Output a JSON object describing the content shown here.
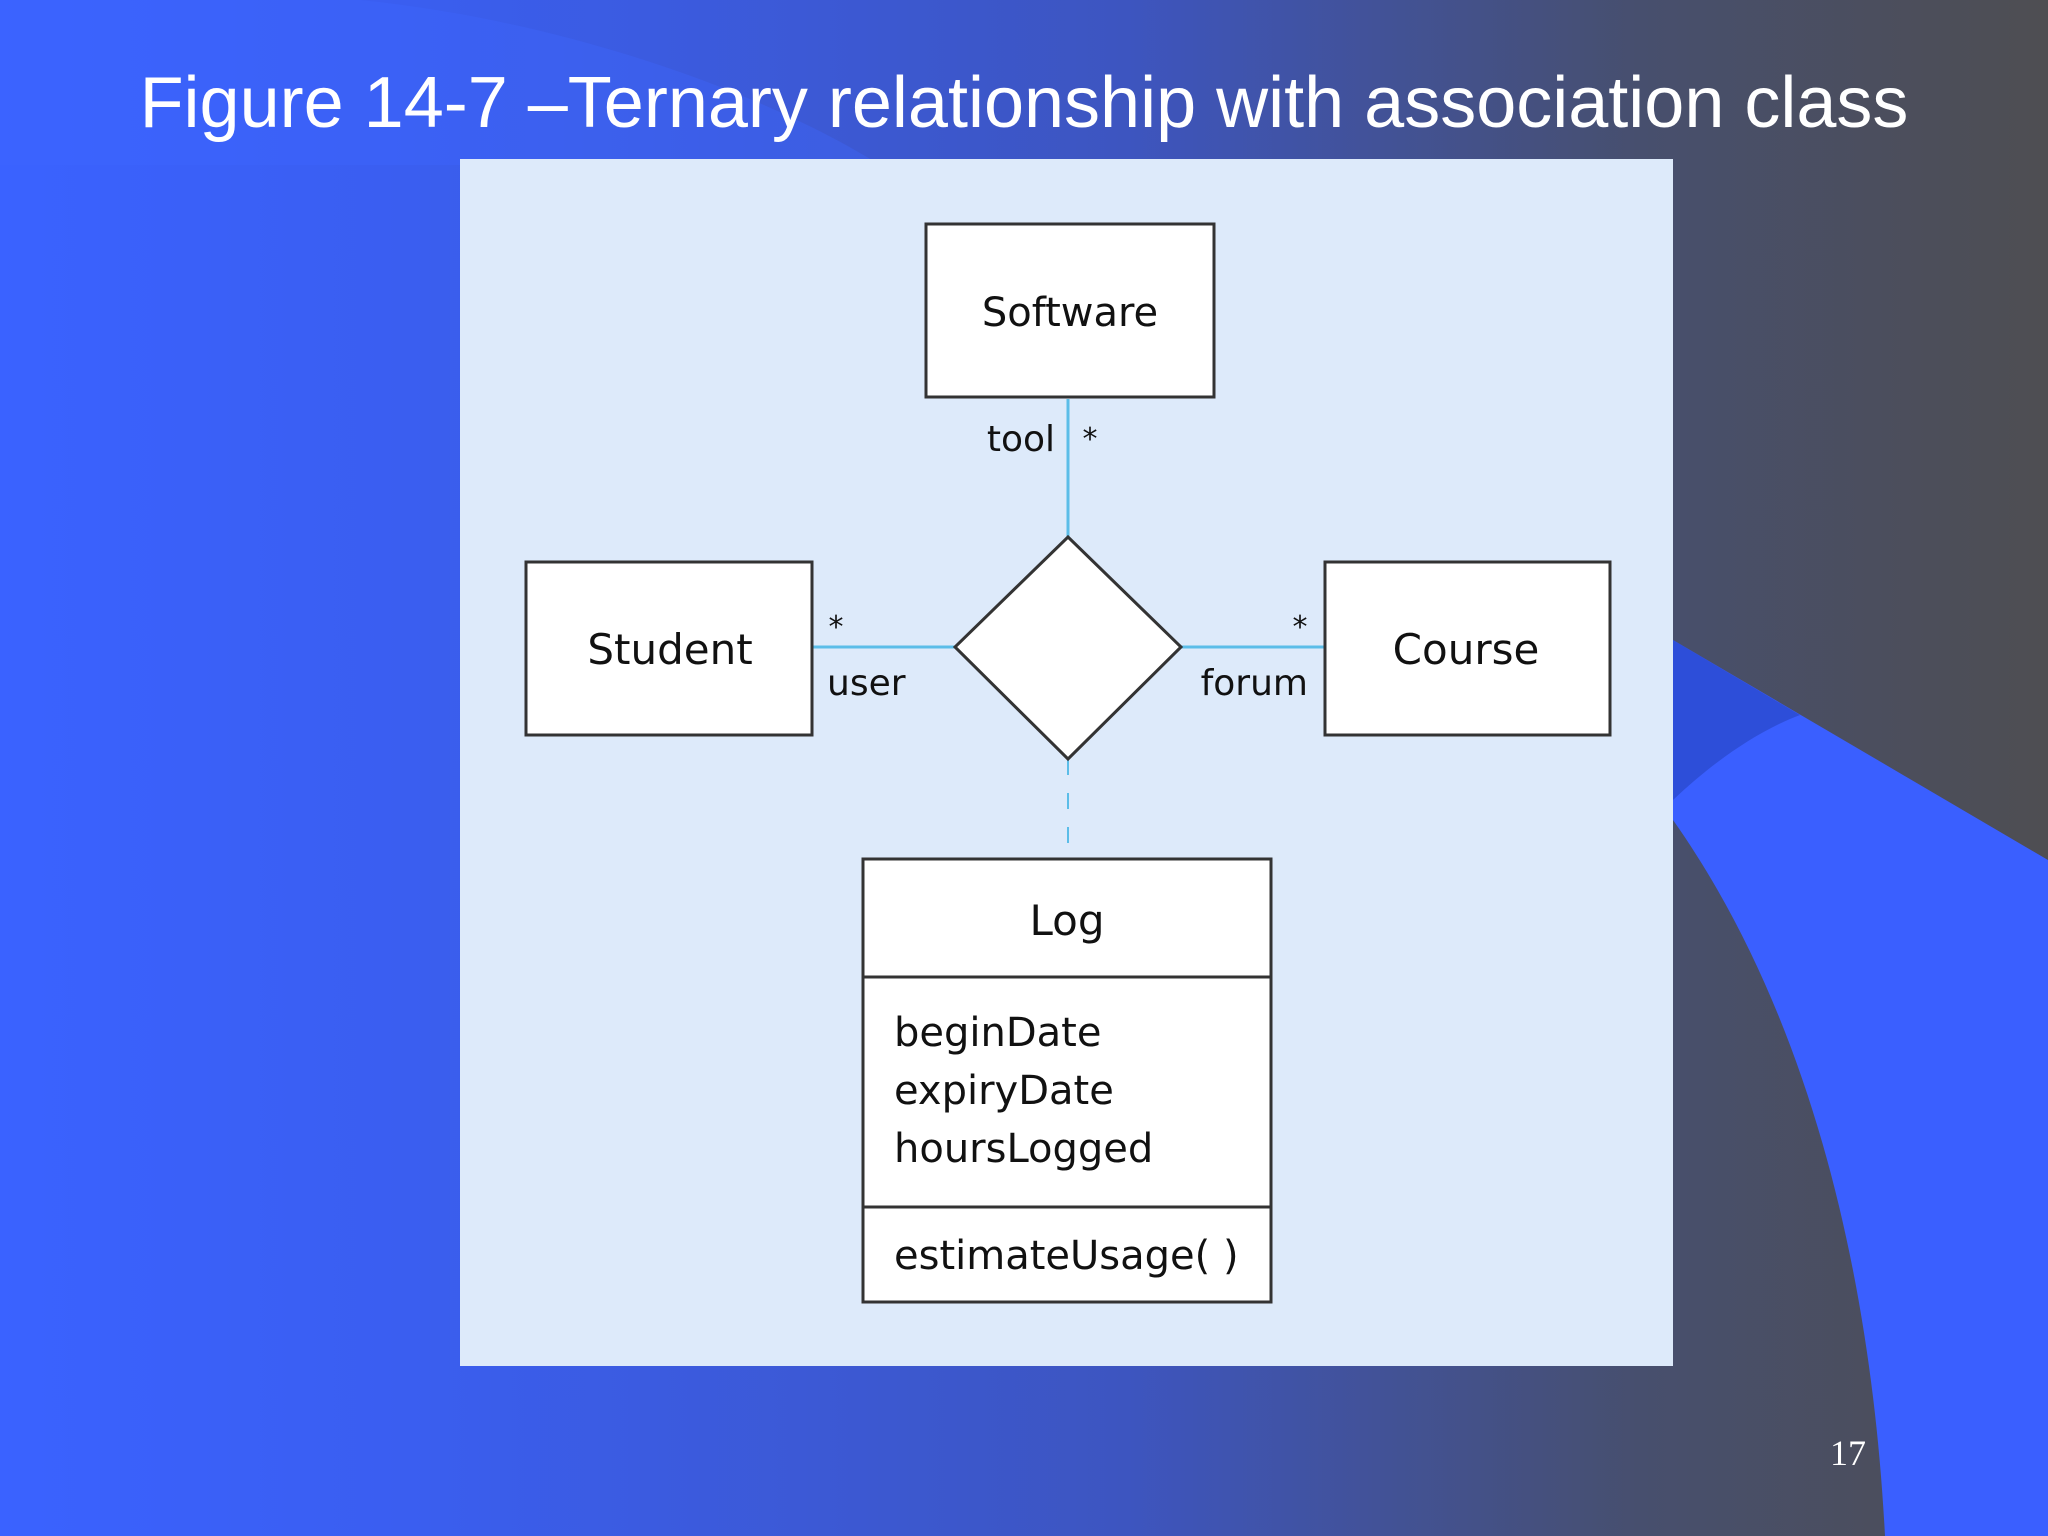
{
  "slide": {
    "title": "Figure 14-7 –Ternary relationship with association class",
    "page_number": "17"
  },
  "diagram": {
    "classes": {
      "software": "Software",
      "student": "Student",
      "course": "Course"
    },
    "roles": {
      "tool": "tool",
      "user": "user",
      "forum": "forum"
    },
    "multiplicities": {
      "tool": "*",
      "user": "*",
      "forum": "*"
    },
    "association_class": {
      "name": "Log",
      "attributes": [
        "beginDate",
        "expiryDate",
        "hoursLogged"
      ],
      "operations": [
        "estimateUsage( )"
      ]
    }
  },
  "colors": {
    "connector": "#5bbde8",
    "panel": "#ddeafa",
    "box_fill": "#ffffff",
    "box_border": "#333333"
  }
}
